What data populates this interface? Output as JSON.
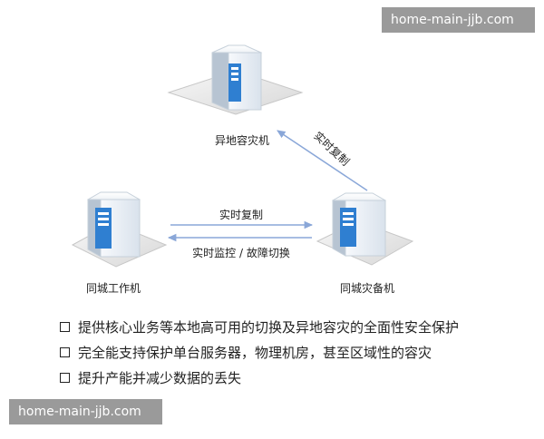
{
  "watermark": {
    "top": "home-main-jjb.com",
    "bottom": "home-main-jjb.com"
  },
  "nodes": {
    "remote": "异地容灾机",
    "primary": "同城工作机",
    "backup": "同城灾备机"
  },
  "edges": {
    "remote_replication": "实时复制",
    "local_replication": "实时复制",
    "monitor": "实时监控 / 故障切换"
  },
  "bullets": [
    "提供核心业务等本地高可用的切换及异地容灾的全面性安全保护",
    "完全能支持保护单台服务器，物理机房，甚至区域性的容灾",
    "提升产能并减少数据的丢失"
  ],
  "colors": {
    "server_blue": "#2f7fd1",
    "server_body": "#eef3f8",
    "arrow": "#8aa7d8",
    "text": "#222222"
  }
}
